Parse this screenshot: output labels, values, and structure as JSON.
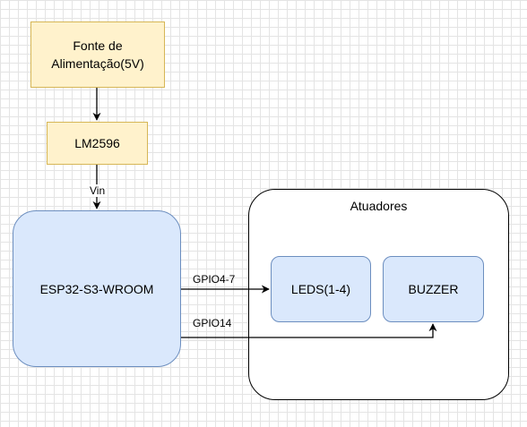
{
  "nodes": {
    "power_supply": "Fonte de\nAlimentação(5V)",
    "regulator": "LM2596",
    "mcu": "ESP32-S3-WROOM",
    "actuators_group": "Atuadores",
    "leds": "LEDS(1-4)",
    "buzzer": "BUZZER"
  },
  "edges": {
    "vin": "Vin",
    "gpio_leds": "GPIO4-7",
    "gpio_buzzer": "GPIO14"
  },
  "colors": {
    "yellow_fill": "#fff2cc",
    "yellow_stroke": "#d6b656",
    "blue_fill": "#dae8fc",
    "blue_stroke": "#6c8ebf",
    "line": "#000000"
  }
}
